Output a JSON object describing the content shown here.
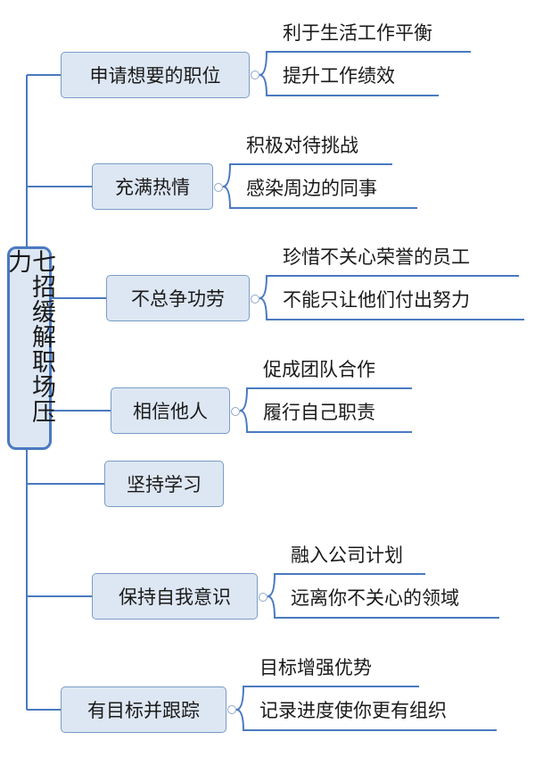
{
  "root": {
    "label": "七招缓解职场压力"
  },
  "branches": [
    {
      "label": "申请想要的职位",
      "children": [
        "利于生活工作平衡",
        "提升工作绩效"
      ]
    },
    {
      "label": "充满热情",
      "children": [
        "积极对待挑战",
        "感染周边的同事"
      ]
    },
    {
      "label": "不总争功劳",
      "children": [
        "珍惜不关心荣誉的员工",
        "不能只让他们付出努力"
      ]
    },
    {
      "label": "相信他人",
      "children": [
        "促成团队合作",
        "履行自己职责"
      ]
    },
    {
      "label": "坚持学习",
      "children": []
    },
    {
      "label": "保持自我意识",
      "children": [
        "融入公司计划",
        "远离你不关心的领域"
      ]
    },
    {
      "label": "有目标并跟踪",
      "children": [
        "目标增强优势",
        "记录进度使你更有组织"
      ]
    }
  ],
  "colors": {
    "line": "#4a7ac0",
    "node_fill": "#dde7f3",
    "root_border": "#4a7ac0"
  }
}
